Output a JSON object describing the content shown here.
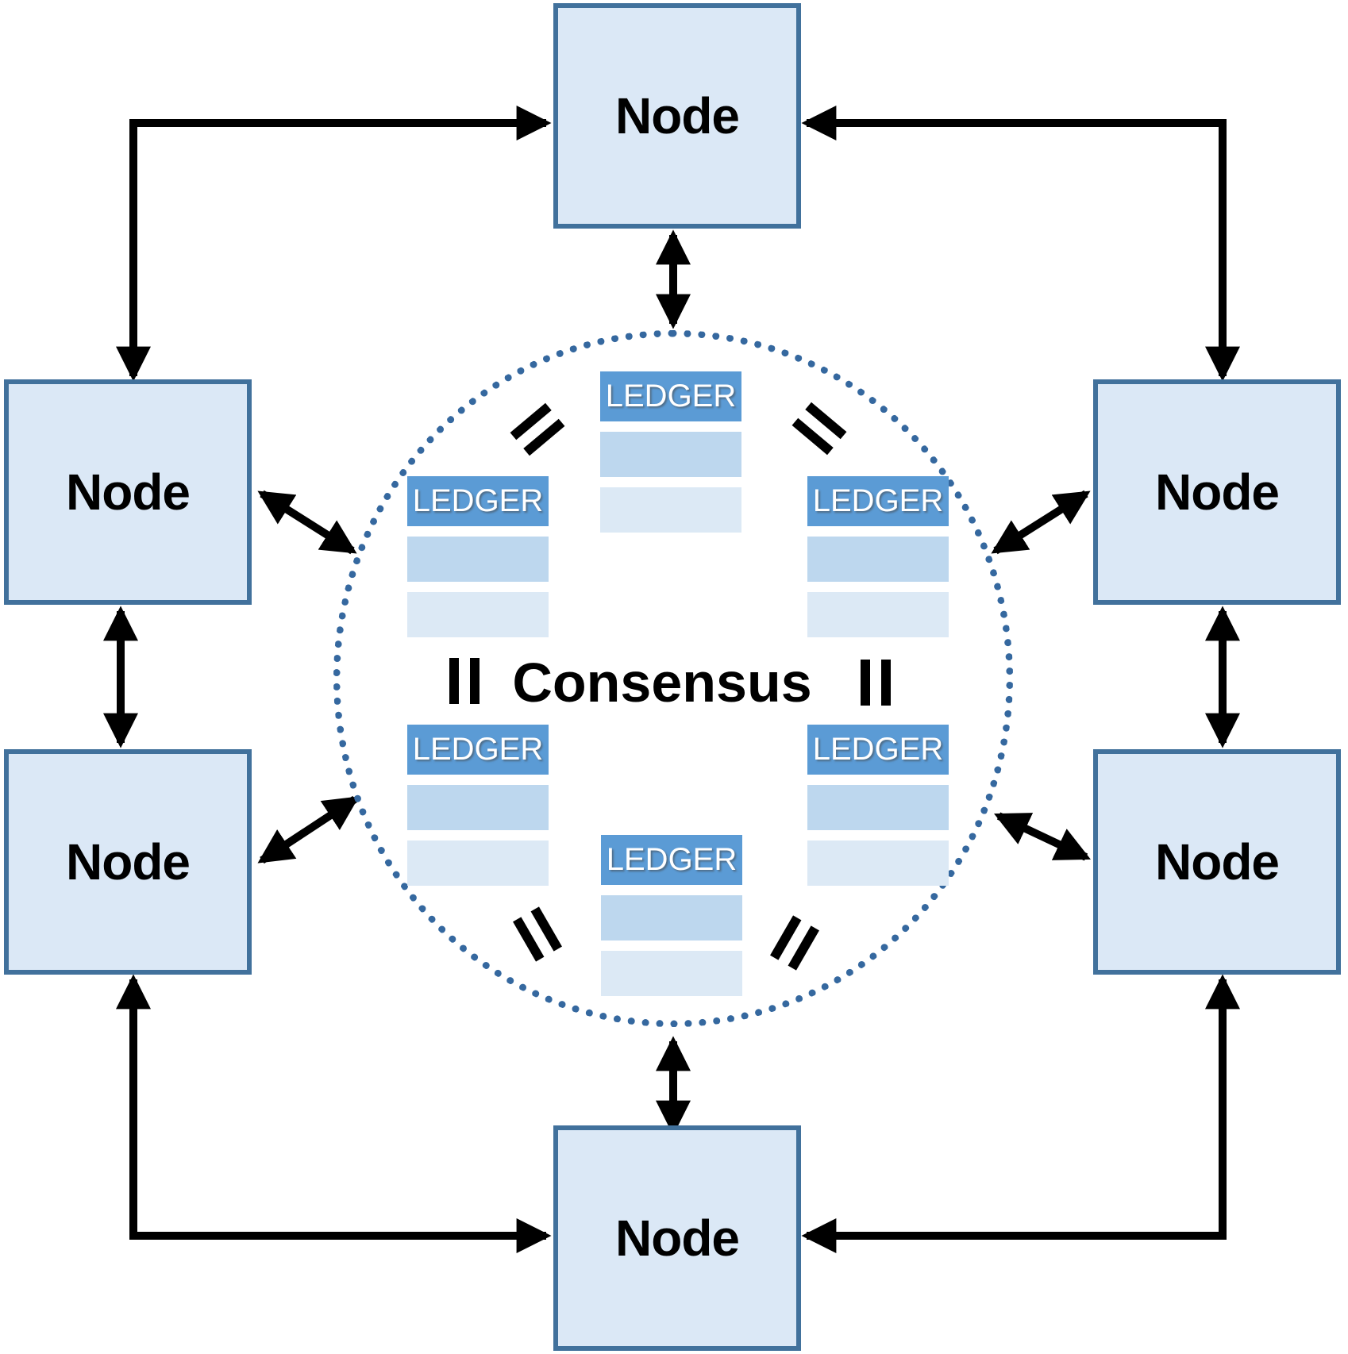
{
  "diagram": {
    "consensus_label": "Consensus",
    "nodes": [
      {
        "id": "top",
        "label": "Node"
      },
      {
        "id": "upper-left",
        "label": "Node"
      },
      {
        "id": "upper-right",
        "label": "Node"
      },
      {
        "id": "lower-left",
        "label": "Node"
      },
      {
        "id": "lower-right",
        "label": "Node"
      },
      {
        "id": "bottom",
        "label": "Node"
      }
    ],
    "ledgers": [
      {
        "id": "top",
        "title": "LEDGER"
      },
      {
        "id": "upper-left",
        "title": "LEDGER"
      },
      {
        "id": "upper-right",
        "title": "LEDGER"
      },
      {
        "id": "lower-left",
        "title": "LEDGER"
      },
      {
        "id": "lower-right",
        "title": "LEDGER"
      },
      {
        "id": "bottom",
        "title": "LEDGER"
      }
    ],
    "icons": {
      "equals_mark": "=",
      "connector_style": "double-headed-arrow"
    },
    "colors": {
      "node_fill": "#dbe8f6",
      "node_border": "#41719c",
      "ledger_header": "#5b9bd5",
      "ledger_row_medium": "#bdd7ee",
      "ledger_row_light": "#dce9f5",
      "circle_dots": "#35689f",
      "arrow": "#000000",
      "node_text": "#000000",
      "ledger_text": "#ffffff"
    }
  }
}
